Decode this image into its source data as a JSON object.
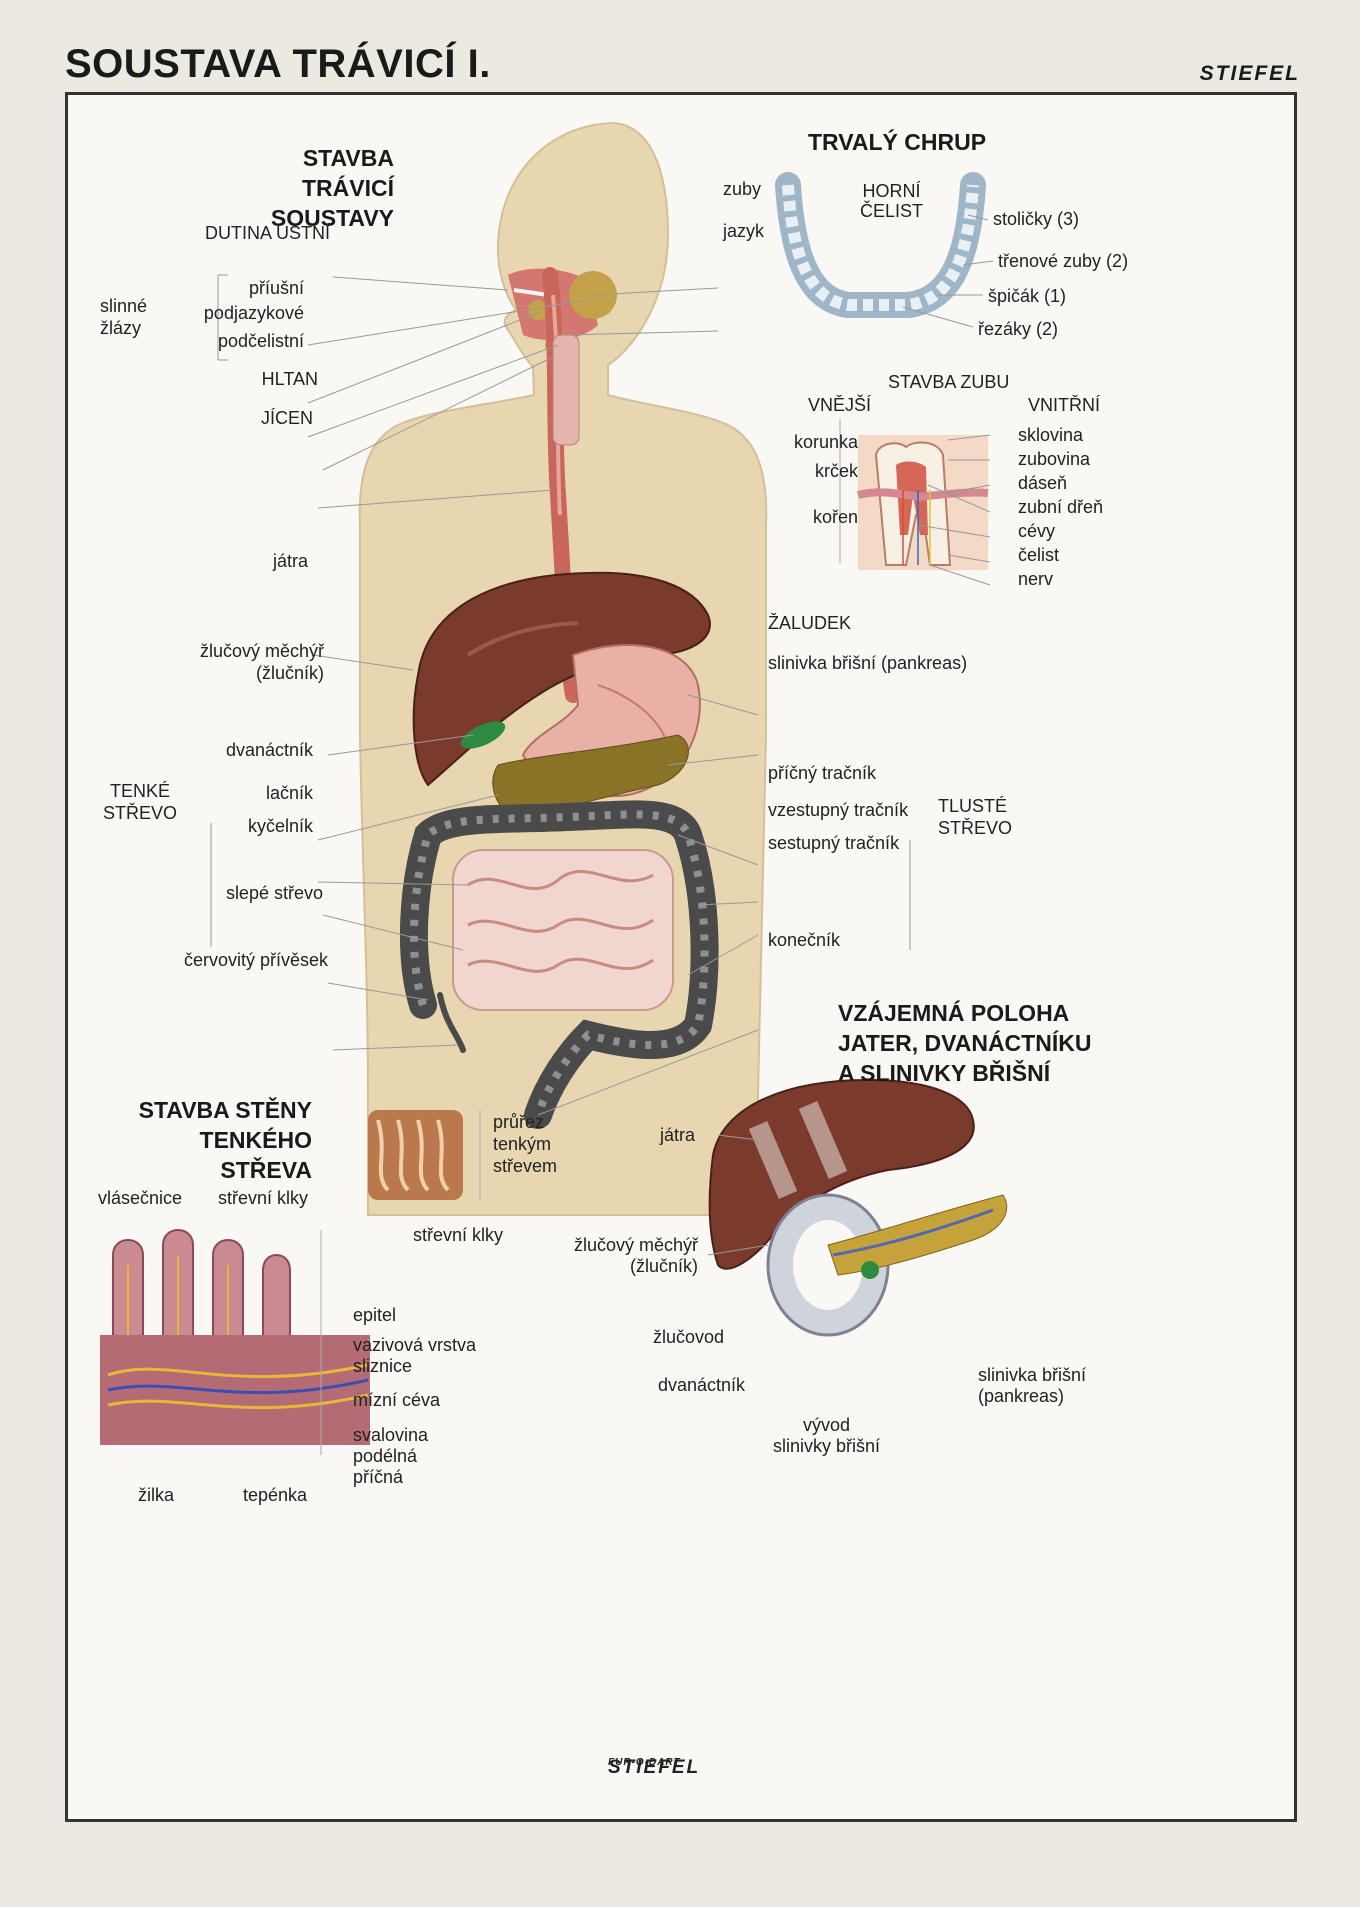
{
  "header": {
    "title": "SOUSTAVA TRÁVICÍ I.",
    "brand": "STIEFEL"
  },
  "body_section": {
    "heading": [
      "STAVBA",
      "TRÁVICÍ SOUSTAVY"
    ],
    "labels_left": {
      "dutina": "DUTINA ÚSTNÍ",
      "slinne": [
        "slinné",
        "žlázy"
      ],
      "priusni": "příušní",
      "podjazykove": "podjazykové",
      "podcelistni": "podčelistní",
      "hltan": "HLTAN",
      "jicen": "JÍCEN",
      "jatra": "játra",
      "zlucovy": [
        "žlučový měchýř",
        "(žlučník)"
      ],
      "tenke": [
        "TENKÉ",
        "STŘEVO"
      ],
      "dvanactnik": "dvanáctník",
      "lacnik": "lačník",
      "kycelnik": "kyčelník",
      "slepe": "slepé střevo",
      "cervovity": "červovitý přívěsek"
    },
    "labels_right": {
      "zuby": "zuby",
      "jazyk": "jazyk",
      "zaludek": "ŽALUDEK",
      "slinivka": "slinivka břišní (pankreas)",
      "pricni": "příčný tračník",
      "vzestupny": "vzestupný tračník",
      "sestupny": "sestupný tračník",
      "tluste": [
        "TLUSTÉ",
        "STŘEVO"
      ],
      "konecnik": "konečník"
    }
  },
  "teeth_section": {
    "heading": "TRVALÝ CHRUP",
    "horni": [
      "HORNÍ",
      "ČELIST"
    ],
    "stolicky": "stoličky (3)",
    "trenove": "třenové zuby (2)",
    "spicak": "špičák (1)",
    "rezaky": "řezáky (2)",
    "stavba_zubu": "STAVBA ZUBU",
    "vnejsi": "VNĚJŠÍ",
    "vnitrni": "VNITŘNÍ",
    "korunka": "korunka",
    "krcek": "krček",
    "koren": "kořen",
    "sklovina": "sklovina",
    "zubovina": "zubovina",
    "dasen": "dáseň",
    "zubni_dren": "zubní dřeň",
    "cevy": "cévy",
    "celist": "čelist",
    "nerv": "nerv"
  },
  "intestine_section": {
    "heading": [
      "STAVBA STĚNY",
      "TENKÉHO STŘEVA"
    ],
    "prurez": [
      "průřez",
      "tenkým",
      "střevem"
    ],
    "strevni_klky_top": "střevní klky",
    "vlasecnice": "vlásečnice",
    "strevni_klky": "střevní klky",
    "epitel": "epitel",
    "vazivova": [
      "vazivová vrstva",
      "sliznice"
    ],
    "mizni": "mízní céva",
    "svalovina": [
      "svalovina",
      "podélná",
      "příčná"
    ],
    "zilka": "žilka",
    "teplinka": "tepénka"
  },
  "liver_section": {
    "heading": [
      "VZÁJEMNÁ POLOHA",
      "JATER, DVANÁCTNÍKU",
      "A SLINIVKY BŘIŠNÍ"
    ],
    "jatra": "játra",
    "zlucovy": [
      "žlučový měchýř",
      "(žlučník)"
    ],
    "zlucovod": "žlučovod",
    "dvanactnik": "dvanáctník",
    "slinivka": [
      "slinivka břišní",
      "(pankreas)"
    ],
    "vyvod": [
      "vývod",
      "slinivky břišní"
    ]
  },
  "footer": {
    "brand": "STIEFEL",
    "brand_sub": "FUR-O-DART"
  },
  "colors": {
    "skin": "#e8d6b0",
    "liver": "#7a3a2c",
    "esophagus": "#c8665a",
    "colon": "#4a4a4a",
    "small_intestine": "#f1d6d0",
    "pancreas": "#8a7326",
    "gallbladder": "#2e8a3e"
  }
}
